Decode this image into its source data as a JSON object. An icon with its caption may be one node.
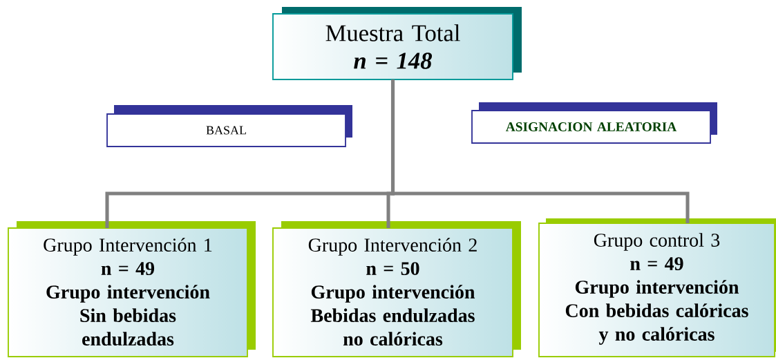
{
  "diagram": {
    "nodes": [
      {
        "text": [
          "Muestra Total",
          "*n = 148*"
        ]
      },
      {
        "text": [
          "BASAL"
        ]
      },
      {
        "text": [
          "ASIGNACION ALEATORIA"
        ]
      },
      {
        "text": [
          "Grupo Intervención 1",
          "n = 49",
          "Grupo intervención",
          "Sin bebidas endulzadas"
        ]
      },
      {
        "text": [
          "Grupo Intervención 2",
          "n = 50",
          "Grupo intervención",
          "Bebidas endulzadas no calóricas"
        ]
      },
      {
        "text": [
          "Grupo control 3",
          "n = 49",
          "Grupo intervención",
          "Con bebidas calóricas y no calóricas"
        ]
      }
    ],
    "edges": [
      {
        "from": 0,
        "to": 3,
        "arrow": "none"
      },
      {
        "from": 0,
        "to": 4,
        "arrow": "none"
      },
      {
        "from": 0,
        "to": 5,
        "arrow": "none"
      }
    ]
  }
}
